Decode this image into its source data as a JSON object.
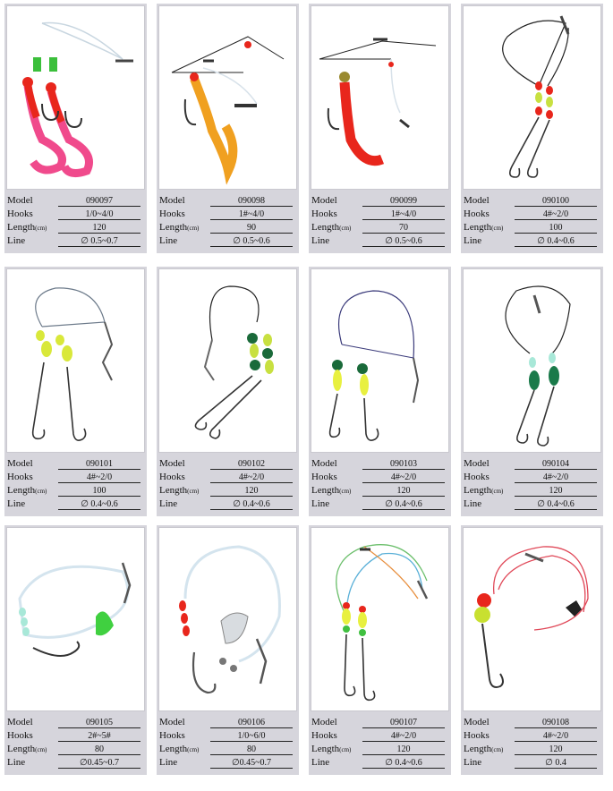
{
  "labels": {
    "model": "Model",
    "hooks": "Hooks",
    "length": "Length",
    "length_unit": "(cm)",
    "line": "Line"
  },
  "products": [
    {
      "model": "090097",
      "hooks": "1/0~4/0",
      "length": "120",
      "line": "∅ 0.5~0.7"
    },
    {
      "model": "090098",
      "hooks": "1#~4/0",
      "length": "90",
      "line": "∅ 0.5~0.6"
    },
    {
      "model": "090099",
      "hooks": "1#~4/0",
      "length": "70",
      "line": "∅ 0.5~0.6"
    },
    {
      "model": "090100",
      "hooks": "4#~2/0",
      "length": "100",
      "line": "∅ 0.4~0.6"
    },
    {
      "model": "090101",
      "hooks": "4#~2/0",
      "length": "100",
      "line": "∅ 0.4~0.6"
    },
    {
      "model": "090102",
      "hooks": "4#~2/0",
      "length": "120",
      "line": "∅ 0.4~0.6"
    },
    {
      "model": "090103",
      "hooks": "4#~2/0",
      "length": "120",
      "line": "∅ 0.4~0.6"
    },
    {
      "model": "090104",
      "hooks": "4#~2/0",
      "length": "120",
      "line": "∅ 0.4~0.6"
    },
    {
      "model": "090105",
      "hooks": "2#~5#",
      "length": "80",
      "line": "∅0.45~0.7"
    },
    {
      "model": "090106",
      "hooks": "1/0~6/0",
      "length": "80",
      "line": "∅0.45~0.7"
    },
    {
      "model": "090107",
      "hooks": "4#~2/0",
      "length": "120",
      "line": "∅ 0.4~0.6"
    },
    {
      "model": "090108",
      "hooks": "4#~2/0",
      "length": "120",
      "line": "∅    0.4"
    }
  ]
}
